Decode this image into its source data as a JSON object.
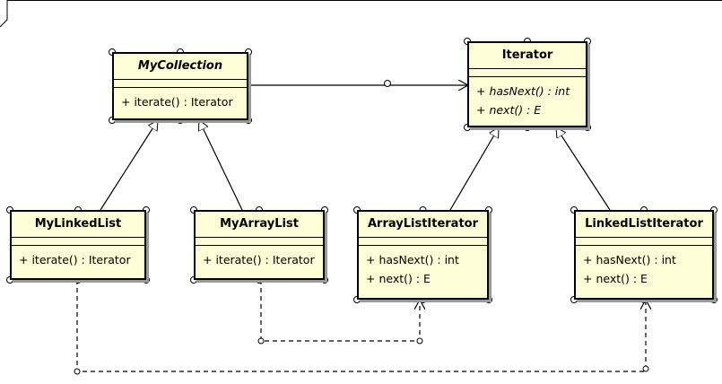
{
  "classes": {
    "mycollection": {
      "name": "MyCollection",
      "ops": [
        "+ iterate() : Iterator"
      ]
    },
    "iterator": {
      "name": "Iterator",
      "ops": [
        "+ hasNext() : int",
        "+ next() : E"
      ]
    },
    "mylinkedlist": {
      "name": "MyLinkedList",
      "ops": [
        "+ iterate() : Iterator"
      ]
    },
    "myarraylist": {
      "name": "MyArrayList",
      "ops": [
        "+ iterate() : Iterator"
      ]
    },
    "arraylistiterator": {
      "name": "ArrayListIterator",
      "ops": [
        "+ hasNext() : int",
        "+ next() : E"
      ]
    },
    "linkedlistiterator": {
      "name": "LinkedListIterator",
      "ops": [
        "+ hasNext() : int",
        "+ next() : E"
      ]
    }
  }
}
